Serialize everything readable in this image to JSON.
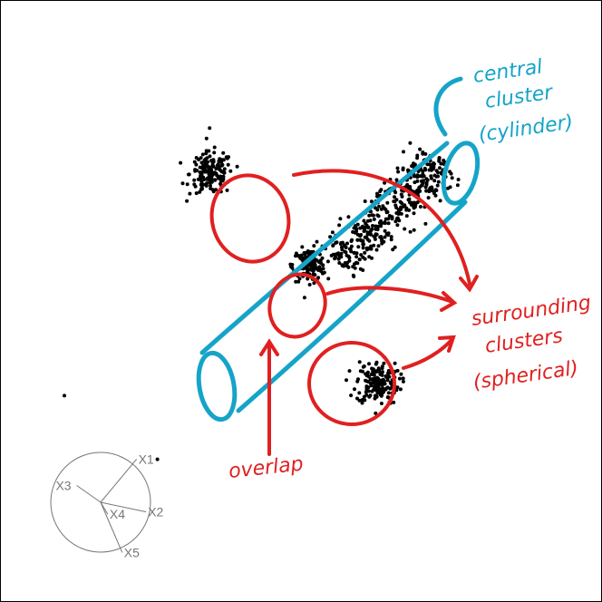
{
  "chart_data": {
    "type": "scatter",
    "title": "",
    "colors": {
      "points": "#000000",
      "cylinder": "#15a4c8",
      "annotation": "#e02020",
      "axes": "#777777"
    },
    "series": [
      {
        "name": "",
        "cluster": "central",
        "shape": "cylinder",
        "n": 420,
        "center": [
          0.55,
          0.55
        ],
        "direction": [
          0.7,
          0.72
        ],
        "half_length": 0.45,
        "radius": 0.13
      },
      {
        "name": "",
        "cluster": "upper-left",
        "shape": "spherical",
        "n": 160,
        "center": [
          -0.55,
          0.78
        ],
        "radius": 0.12
      },
      {
        "name": "",
        "cluster": "middle",
        "shape": "spherical",
        "n": 150,
        "center": [
          0.05,
          0.22
        ],
        "radius": 0.09
      },
      {
        "name": "",
        "cluster": "lower-right",
        "shape": "spherical",
        "n": 170,
        "center": [
          0.47,
          -0.5
        ],
        "radius": 0.12
      }
    ],
    "outliers": [
      {
        "x": -1.45,
        "y": -0.58
      },
      {
        "x": -0.88,
        "y": -0.97
      },
      {
        "x": -0.56,
        "y": 1.06
      }
    ],
    "biplot_axes": [
      {
        "label": "X1",
        "x": 0.3,
        "y": 0.36
      },
      {
        "label": "X2",
        "x": 0.38,
        "y": -0.08
      },
      {
        "label": "X3",
        "x": -0.2,
        "y": 0.14
      },
      {
        "label": "X4",
        "x": 0.06,
        "y": -0.1
      },
      {
        "label": "X5",
        "x": 0.18,
        "y": -0.42
      }
    ],
    "annotations": {
      "central": [
        "central",
        "cluster",
        "(cylinder)"
      ],
      "surrounding": [
        "surrounding",
        "clusters",
        "(spherical)"
      ],
      "overlap": "overlap"
    }
  }
}
